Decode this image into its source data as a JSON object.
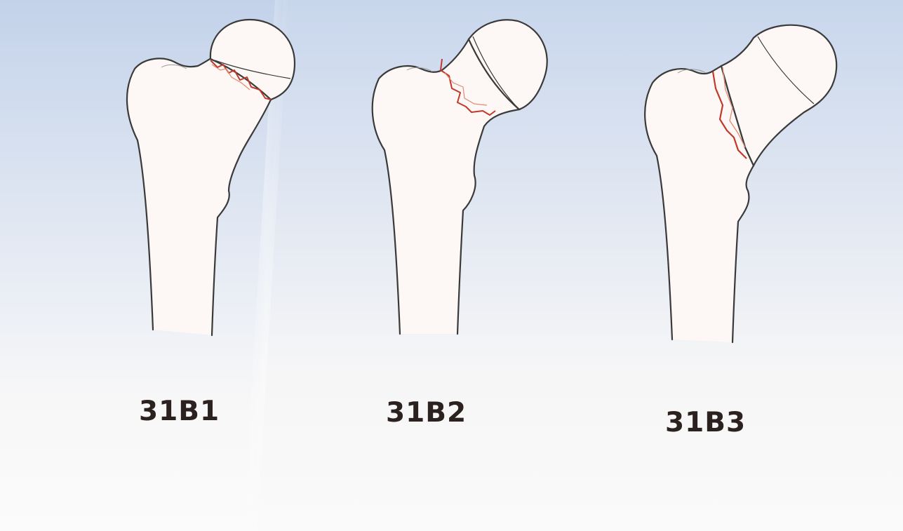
{
  "figures": [
    {
      "label": "31B1"
    },
    {
      "label": "31B2"
    },
    {
      "label": "31B3"
    }
  ],
  "colors": {
    "outline": "#3a3a3a",
    "fracture": "#c0392b",
    "bone_fill": "#fdf8f6",
    "background_top": "#c4d3ea",
    "background_bottom": "#fbfbfb"
  }
}
